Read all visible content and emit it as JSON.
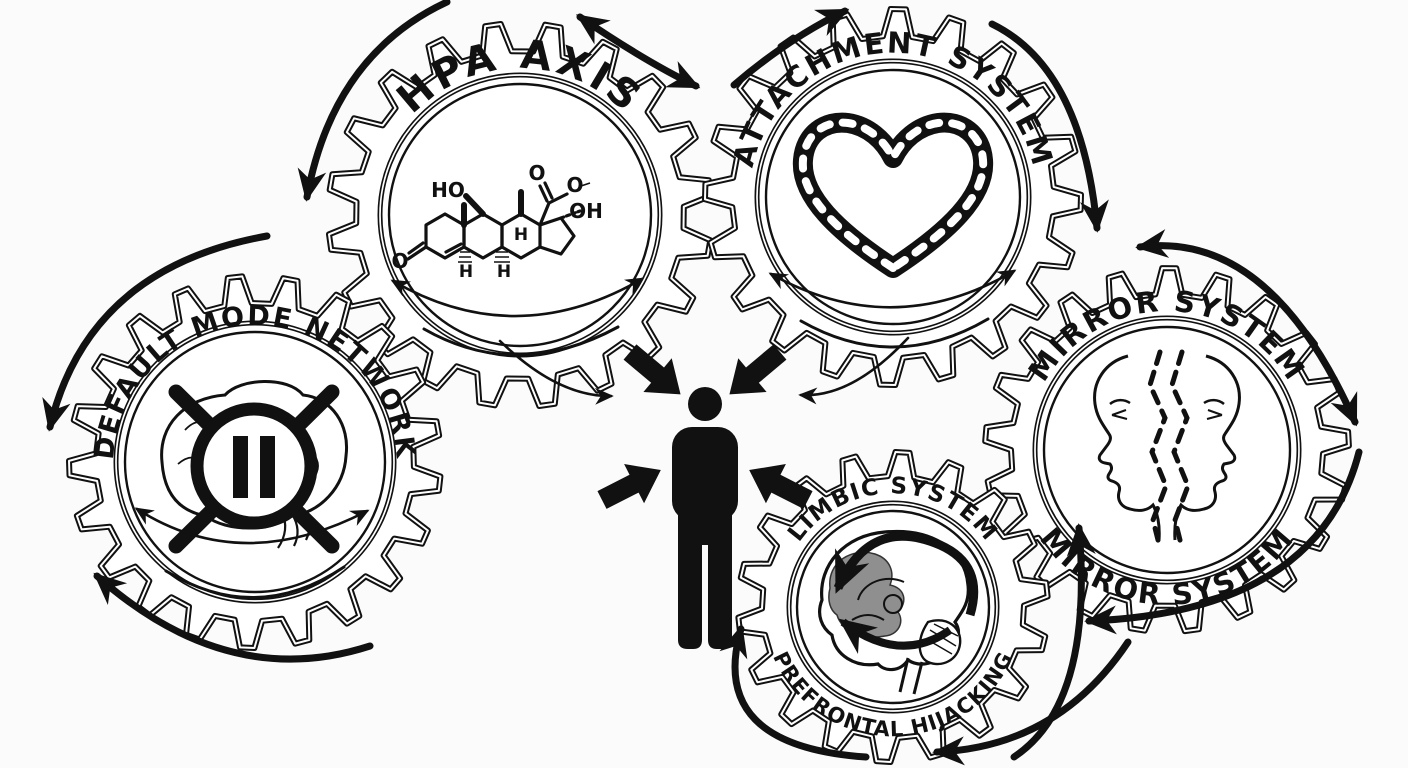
{
  "gears": {
    "hpa_axis": {
      "label": "HPA AXIS",
      "icon": "cortisol-molecule-icon"
    },
    "attachment_system": {
      "label": "ATTACHMENT SYSTEM",
      "icon": "chain-heart-icon"
    },
    "default_mode_network": {
      "label": "DEFAULT MODE NETWORK",
      "icon": "paused-brain-icon"
    },
    "mirror_system": {
      "label_top": "MIRROR SYSTEM",
      "label_bottom": "MIRROR SYSTEM",
      "icon": "mirrored-faces-icon"
    },
    "limbic_system": {
      "label_top": "LIMBIC SYSTEM",
      "label_bottom": "PREFRONTAL HIJACKING",
      "icon": "limbic-brain-icon"
    }
  },
  "molecule": {
    "ho": "HO",
    "oh": "OH",
    "o_ketone": "O",
    "o_carbonyl": "O",
    "o_right": "O",
    "h_1": "H",
    "h_2": "H",
    "h_3": "H"
  },
  "center": {
    "figure": "person-silhouette"
  },
  "colors": {
    "ink": "#111111",
    "background": "#fbfbfb",
    "gray_shade": "#8f8f8f"
  }
}
